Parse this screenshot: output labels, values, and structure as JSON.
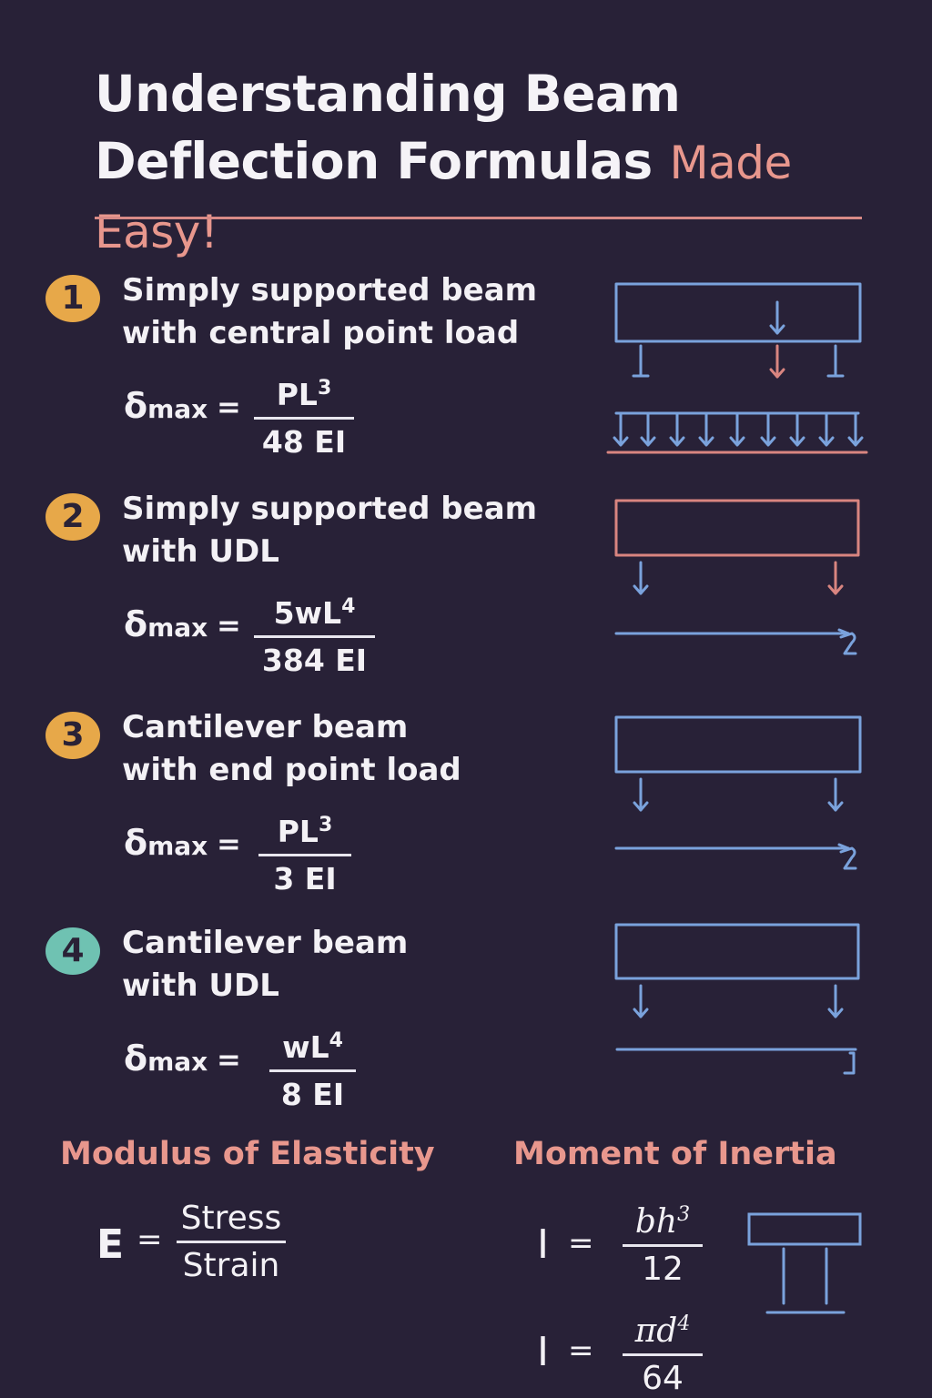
{
  "title": {
    "line1": "Understanding Beam",
    "line2_main": "Deflection Formulas",
    "line2_accent": "Made Easy!"
  },
  "colors": {
    "background": "#282137",
    "accent_salmon": "#e8978d",
    "beam_blue": "#7aa2dc",
    "beam_red": "#d98580",
    "badge_orange": "#e7a849",
    "badge_teal": "#6fc2b2"
  },
  "sections": [
    {
      "number": "1",
      "badge_color": "#e7a849",
      "heading_line1": "Simply supported beam",
      "heading_line2": "with central point load",
      "symbol": "δ",
      "subscript": "max",
      "equals": "=",
      "numerator_base": "PL",
      "numerator_exp": "3",
      "denominator": "48 EI"
    },
    {
      "number": "2",
      "badge_color": "#e7a849",
      "heading_line1": "Simply supported beam",
      "heading_line2": "with UDL",
      "symbol": "δ",
      "subscript": "max",
      "equals": "=",
      "numerator_base": "5wL",
      "numerator_exp": "4",
      "denominator": "384 EI"
    },
    {
      "number": "3",
      "badge_color": "#e7a849",
      "heading_line1": "Cantilever beam",
      "heading_line2": "with end point load",
      "symbol": "δ",
      "subscript": "max",
      "equals": "=",
      "numerator_base": "PL",
      "numerator_exp": "3",
      "denominator": "3 EI"
    },
    {
      "number": "4",
      "badge_color": "#6fc2b2",
      "heading_line1": "Cantilever beam",
      "heading_line2": "with UDL",
      "symbol": "δ",
      "subscript": "max",
      "equals": "=",
      "numerator_base": "wL",
      "numerator_exp": "4",
      "denominator": "8 EI"
    }
  ],
  "modulus": {
    "heading": "Modulus of Elasticity",
    "lhs": "E",
    "equals": "=",
    "numerator": "Stress",
    "denominator": "Strain"
  },
  "inertia": {
    "heading": "Moment of Inertia",
    "rect": {
      "lhs": "I",
      "equals": "=",
      "numerator_base": "bh",
      "numerator_exp": "3",
      "denominator": "12"
    },
    "circle": {
      "lhs": "I",
      "equals": "=",
      "numerator_base": "πd",
      "numerator_exp": "4",
      "denominator": "64"
    }
  }
}
